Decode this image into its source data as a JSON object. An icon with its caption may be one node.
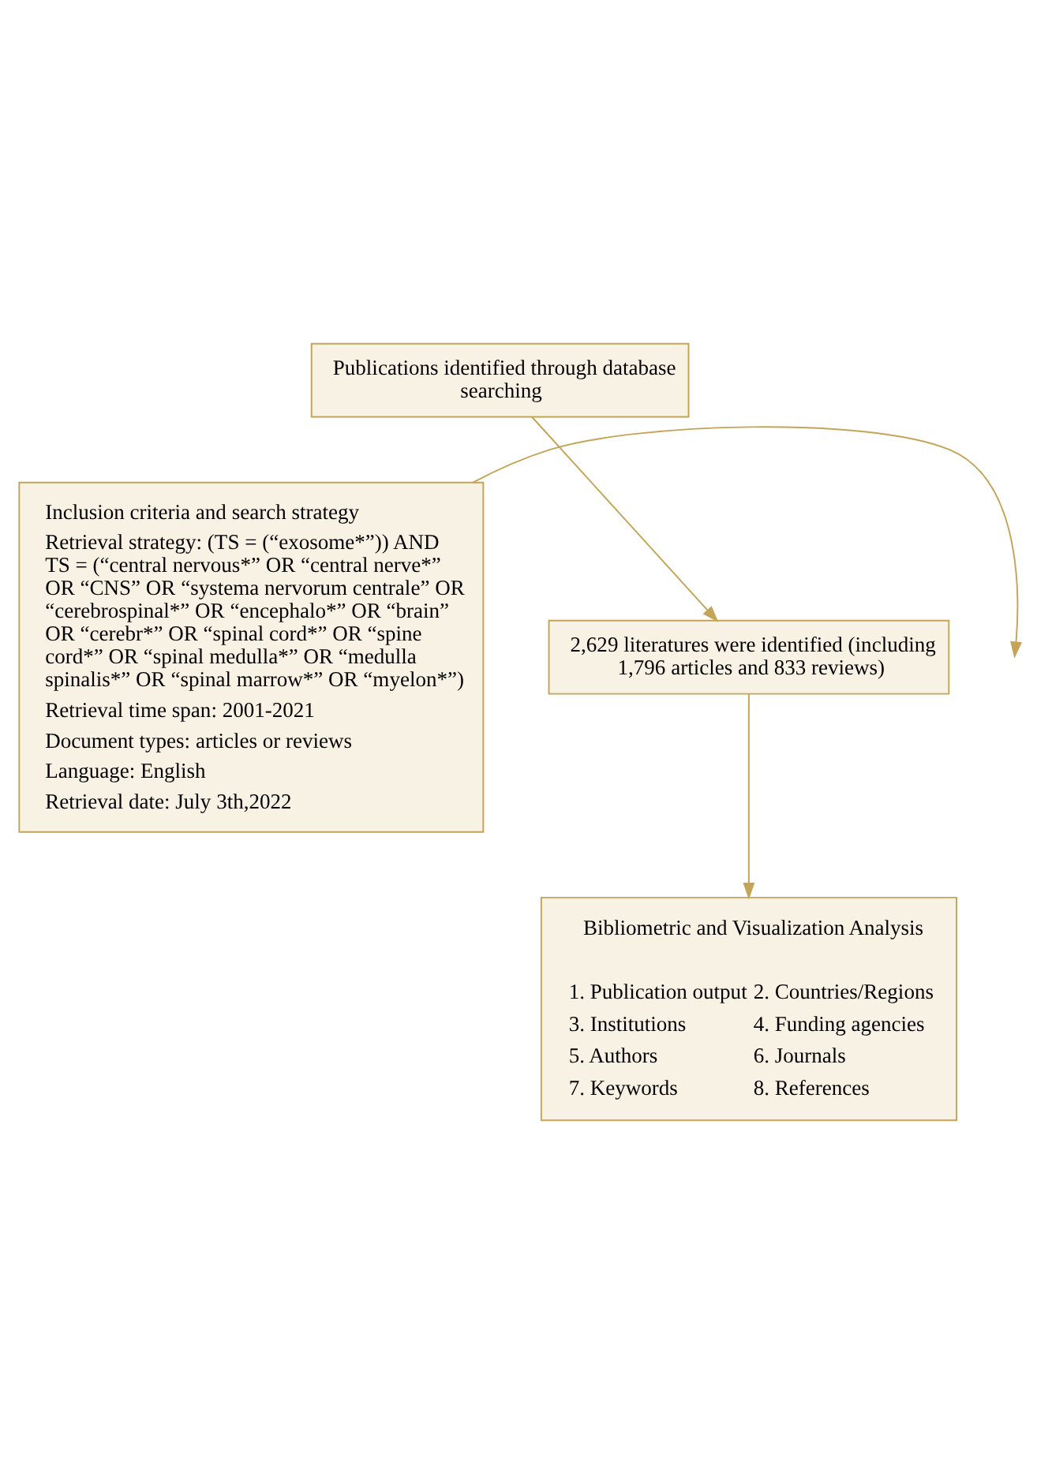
{
  "diagram": {
    "nodes": [
      {
        "text": [
          "Publications identified through database searching"
        ]
      },
      {
        "text": [
          "Inclusion criteria and search strategy",
          "Retrieval strategy: (TS = (“exosome*”)) AND TS = (“central nervous*” OR “central nerve*” OR “CNS” OR “systema nervorum centrale” OR “cerebrospinal*” OR “encephalo*” OR “brain” OR “cerebr*” OR “spinal cord*” OR “spine cord*” OR “spinal medulla*” OR “medulla spinalis*” OR “spinal marrow*” OR “myelon*”)",
          "Retrieval time span: 2001-2021",
          "Document types: articles or reviews",
          "Language: English",
          "Retrieval date: July 3th,2022"
        ]
      },
      {
        "text": [
          "2,629 literatures were identified (including 1,796 articles and 833 reviews)"
        ]
      },
      {
        "text": [
          "Bibliometric and Visualization Analysis",
          "1. Publication output",
          "2. Countries/Regions",
          "3. Institutions",
          "4. Funding agencies",
          "5. Authors",
          "6. Journals",
          "7. Keywords",
          "8. References"
        ]
      }
    ],
    "edges": [
      {
        "from": 0,
        "to": 2,
        "arrow": "to"
      },
      {
        "from": 1,
        "to": null,
        "arrow": "to"
      },
      {
        "from": 2,
        "to": 3,
        "arrow": "to"
      }
    ]
  }
}
